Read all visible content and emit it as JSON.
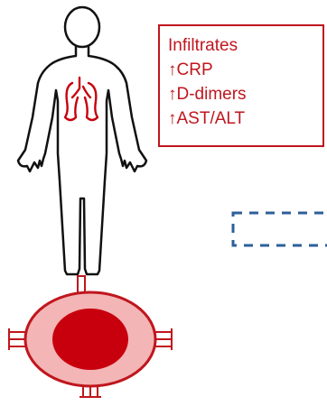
{
  "findings": {
    "items": [
      {
        "arrow": "↑",
        "text": "Infiltrates",
        "show_arrow": false
      },
      {
        "arrow": "↑",
        "text": "CRP",
        "show_arrow": true
      },
      {
        "arrow": "↑",
        "text": "D-dimers",
        "show_arrow": true
      },
      {
        "arrow": "↑",
        "text": "AST/ALT",
        "show_arrow": true
      }
    ]
  },
  "colors": {
    "red": "#c0161e",
    "dark_red": "#c8000e",
    "cell_fill": "#f3b5b5",
    "outline": "#111111",
    "dashed_blue": "#2e5f9a"
  },
  "icons": {
    "figure": "human-silhouette-icon",
    "cell": "receptor-cell-icon"
  }
}
